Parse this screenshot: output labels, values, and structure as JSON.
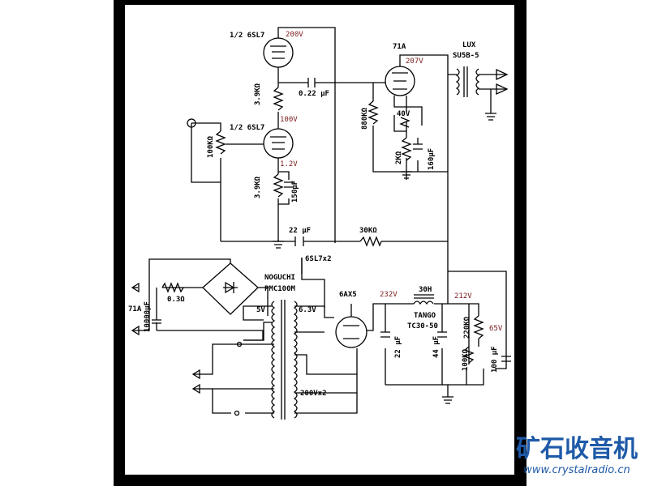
{
  "labels": {
    "v1_name": "1/2 6SL7",
    "v1_plate": "200V",
    "v2_name": "1/2 6SL7",
    "v2_plate": "100V",
    "v2_cathode": "1.2V",
    "r_load": "3.9KΩ",
    "r_cath": "3.9KΩ",
    "c_cath": "150μF",
    "pot": "100KΩ",
    "coupling": "0.22 μF",
    "out_tube": "71A",
    "out_plate": "207V",
    "out_bias": "40V",
    "grid_r": "880KΩ",
    "cath_r": "2KΩ",
    "cath_c": "160μF",
    "otx1": "LUX",
    "otx2": "SU5B-5",
    "fb_cap": "22 μF",
    "fb_r": "30KΩ",
    "heater_tag": "6SL7x2",
    "ptx1": "NOGUCHI",
    "ptx2": "PMC100M",
    "v5": "5V",
    "v63": "6.3V",
    "rect": "6AX5",
    "v232": "232V",
    "choke1": "30H",
    "choke2": "TANGO",
    "choke3": "TC30-50",
    "v212": "212V",
    "r220": "220KΩ",
    "v65": "65V",
    "c22": "22 μF",
    "c44": "44 μF",
    "r100": "100KΩ",
    "c100": "100 μF",
    "fil_tube": "71A",
    "fil_cap": "10000μF",
    "fil_r": "0.3Ω",
    "hv": "200Vx2"
  },
  "watermark": {
    "title": "矿石收音机",
    "url": "www.crystalradio.cn"
  },
  "colors": {
    "frame": "#000000",
    "voltage_label": "#7a1a1a",
    "watermark": "#1e5aa8"
  }
}
